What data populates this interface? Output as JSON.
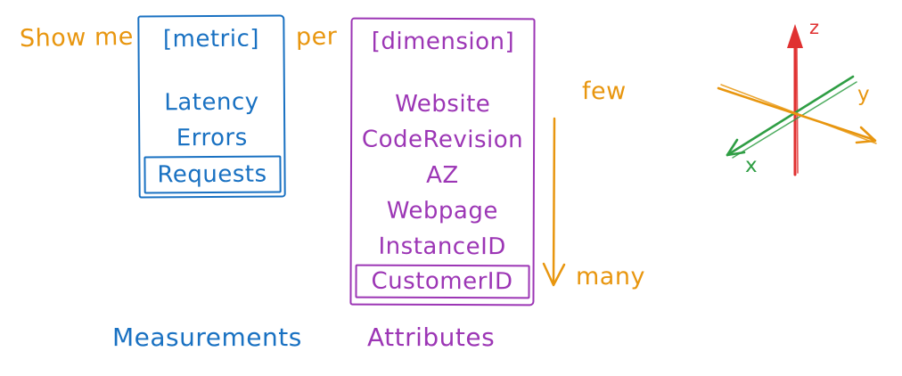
{
  "colors": {
    "orange": "#E8960F",
    "blue": "#1971C2",
    "purple": "#9C36B5",
    "red": "#E03131",
    "green": "#2F9E44",
    "background": "#FFFFFF"
  },
  "prompt": {
    "show_me": "Show me",
    "per": "per"
  },
  "metric_box": {
    "header": "[metric]",
    "items": [
      "Latency",
      "Errors",
      "Requests"
    ],
    "selected_index": 2,
    "caption": "Measurements"
  },
  "dimension_box": {
    "header": "[dimension]",
    "items": [
      "Website",
      "CodeRevision",
      "AZ",
      "Webpage",
      "InstanceID",
      "CustomerID"
    ],
    "selected_index": 5,
    "caption": "Attributes"
  },
  "cardinality": {
    "top_label": "few",
    "bottom_label": "many"
  },
  "axes": {
    "x_label": "x",
    "y_label": "y",
    "z_label": "z"
  }
}
